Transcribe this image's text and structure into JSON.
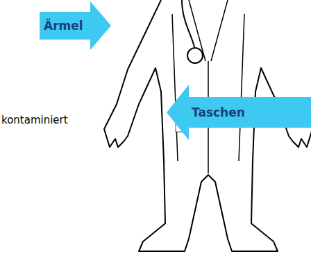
{
  "diagram": {
    "nodes": [
      {
        "text": [
          "Ärmel"
        ]
      },
      {
        "text": [
          "Taschen"
        ]
      }
    ],
    "labels": [
      "kontaminiert"
    ]
  }
}
